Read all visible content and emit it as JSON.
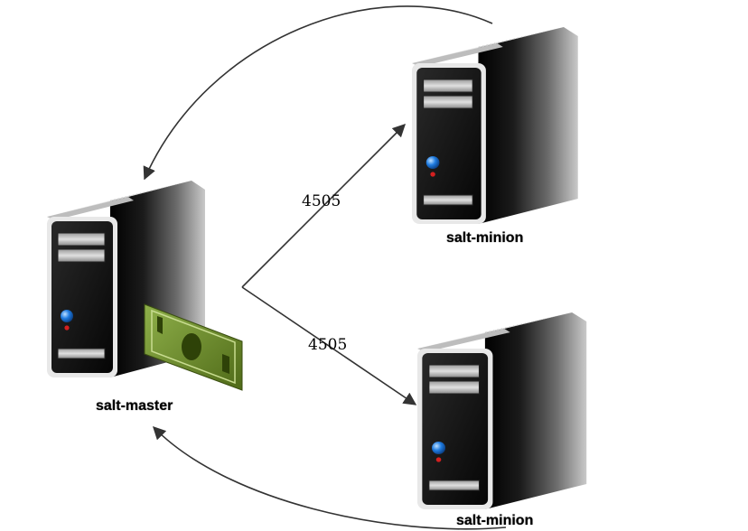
{
  "nodes": {
    "master": {
      "label": "salt-master"
    },
    "minion_top": {
      "label": "salt-minion"
    },
    "minion_bottom": {
      "label": "salt-minion"
    }
  },
  "edges": {
    "to_minion_top": {
      "label": "4505"
    },
    "to_minion_bottom": {
      "label": "4505"
    }
  },
  "colors": {
    "server_dark": "#0a0a0a",
    "server_light": "#f2f2f2",
    "led_blue": "#1e7be0",
    "led_red": "#d42020",
    "banknote": "#6e8a2a",
    "line": "#333333"
  },
  "icons": {
    "server": "server-tower-icon",
    "money": "banknote-icon"
  }
}
